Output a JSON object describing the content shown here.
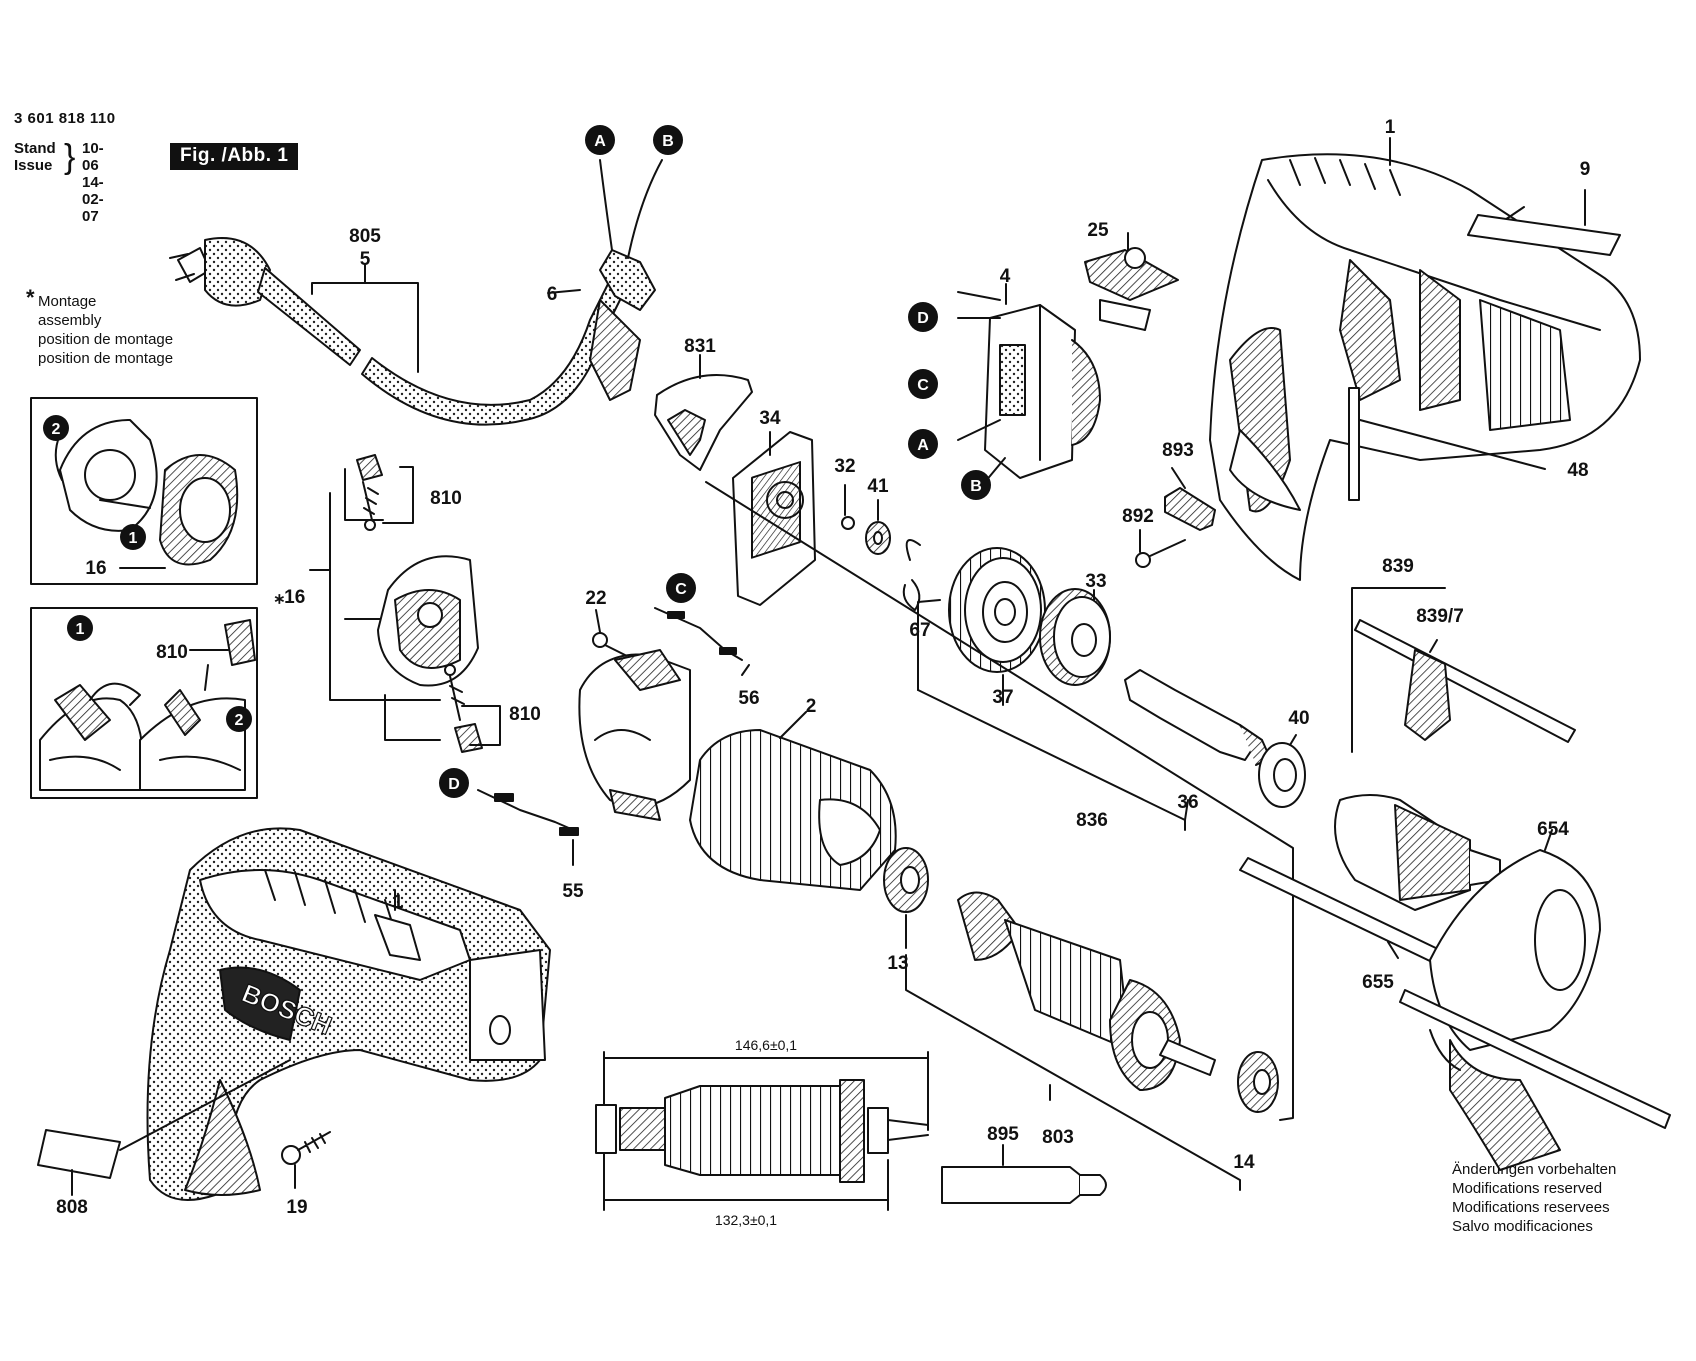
{
  "header": {
    "doc_number": "3 601 818 110",
    "stand_label": "Stand",
    "issue_label": "Issue",
    "stand_value": "10-06",
    "issue_value": "14-02-07",
    "figure_badge": "Fig. /Abb. 1"
  },
  "montage_note": {
    "star": "*",
    "lines": [
      "Montage",
      "assembly",
      "position de montage",
      "position de montage"
    ]
  },
  "modifications_note": {
    "lines": [
      "Änderungen vorbehalten",
      "Modifications reserved",
      "Modifications reservees",
      "Salvo modificaciones"
    ]
  },
  "brand_text": "BOSCH",
  "connectors": {
    "A": "A",
    "B": "B",
    "C": "C",
    "D": "D",
    "step1": "1",
    "step2": "2"
  },
  "part_labels": {
    "p1_top": "1",
    "p9": "9",
    "p25": "25",
    "p4": "4",
    "p805": "805",
    "p5": "5",
    "p6": "6",
    "p831": "831",
    "p34": "34",
    "p32": "32",
    "p41": "41",
    "p893": "893",
    "p892": "892",
    "p48": "48",
    "p33": "33",
    "p67": "67",
    "p37": "37",
    "p839": "839",
    "p839_7": "839/7",
    "p810a": "810",
    "p810b": "810",
    "p810c": "810",
    "p16a": "16",
    "p16b": "⁎16",
    "p22": "22",
    "p56": "56",
    "p2": "2",
    "p40": "40",
    "p36": "36",
    "p836": "836",
    "p55": "55",
    "p654": "654",
    "p13": "13",
    "p655": "655",
    "p1_bottom": "1",
    "p895": "895",
    "p803": "803",
    "p14": "14",
    "p808": "808",
    "p19": "19"
  },
  "dimensions": {
    "length_total": "146,6±0,1",
    "length_core": "132,3±0,1"
  }
}
